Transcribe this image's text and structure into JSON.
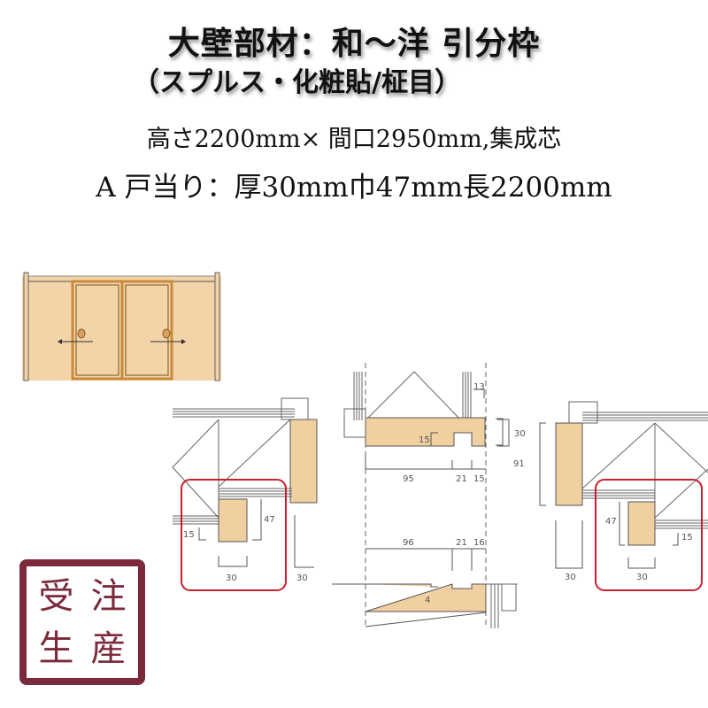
{
  "header": {
    "title": "大壁部材：和～洋 引分枠",
    "subtitle": "（スプルス・化粧貼/柾目）",
    "spec_line_1": "高さ2200mm× 間口2950mm,集成芯",
    "spec_line_2": "A 戸当り：厚30mm巾47mm長2200mm"
  },
  "stamp": {
    "chars": [
      "受",
      "注",
      "生",
      "産"
    ],
    "color": "#7a2a3a"
  },
  "colors": {
    "wood": "#f0cfa0",
    "wood_outline": "#c98a3a",
    "highlight_box": "#c8202a",
    "line": "#555555"
  },
  "elevation": {
    "description": "sliding double door elevation",
    "arrows": [
      "left",
      "right"
    ]
  },
  "left_detail": {
    "dims": {
      "d15": "15",
      "d47": "47",
      "d30a": "30",
      "d30b": "30"
    }
  },
  "center_detail": {
    "top_dims": {
      "d13": "13",
      "d15": "15",
      "d95": "95",
      "d21": "21",
      "d15b": "15",
      "d30": "30",
      "d91": "91"
    },
    "bottom_dims": {
      "d96": "96",
      "d21": "21",
      "d16": "16",
      "d4": "4"
    }
  },
  "right_detail": {
    "dims": {
      "d47": "47",
      "d15": "15",
      "d30a": "30",
      "d30b": "30"
    }
  }
}
